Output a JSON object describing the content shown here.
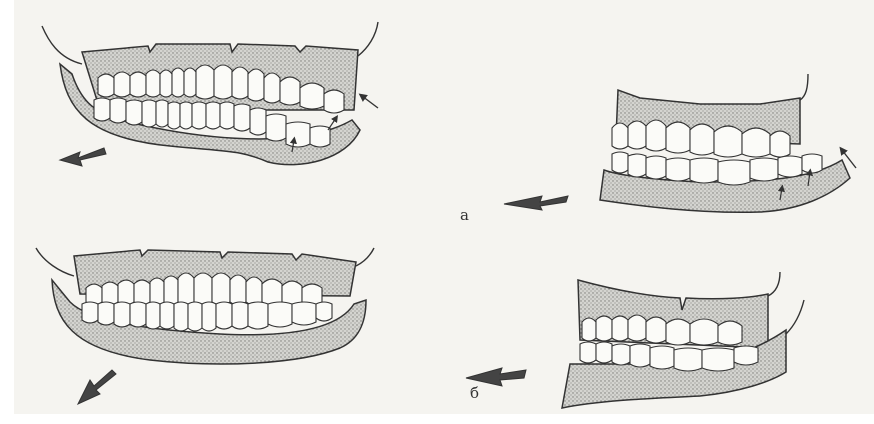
{
  "figure": {
    "labels": {
      "a": "а",
      "b": "б"
    },
    "colors": {
      "paper": "#f5f4f0",
      "ink": "#333333",
      "gum_fill": "#c9c9c6",
      "tooth_fill": "#fbfbf8"
    },
    "panels": [
      {
        "name": "panel-a-left",
        "icon": "jaw-occlusion-front-view"
      },
      {
        "name": "panel-a-right",
        "icon": "jaw-occlusion-side-view"
      },
      {
        "name": "panel-b-left",
        "icon": "jaw-occlusion-front-view"
      },
      {
        "name": "panel-b-right",
        "icon": "jaw-occlusion-side-view"
      }
    ]
  }
}
